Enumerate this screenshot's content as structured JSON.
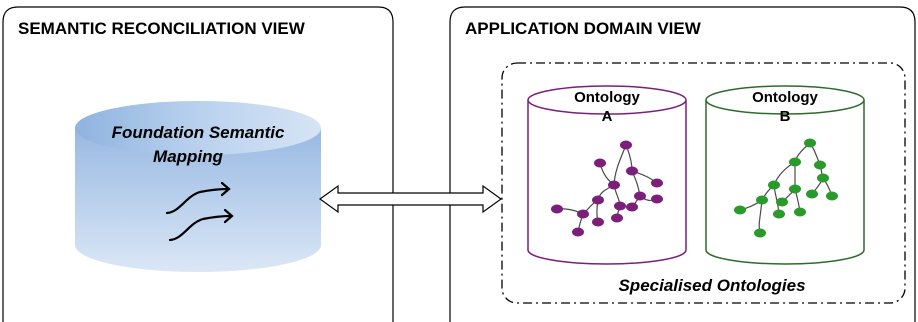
{
  "left_panel": {
    "title": "SEMANTIC RECONCILIATION VIEW"
  },
  "foundation": {
    "line1": "Foundation Semantic",
    "line2": "Mapping"
  },
  "right_panel": {
    "title": "APPLICATION DOMAIN VIEW"
  },
  "ontology_a": {
    "line1": "Ontology",
    "line2": "A",
    "color": "#7b1f7b"
  },
  "ontology_b": {
    "line1": "Ontology",
    "line2": "B",
    "color": "#2e7d2e"
  },
  "specialised": {
    "label": "Specialised Ontologies"
  }
}
